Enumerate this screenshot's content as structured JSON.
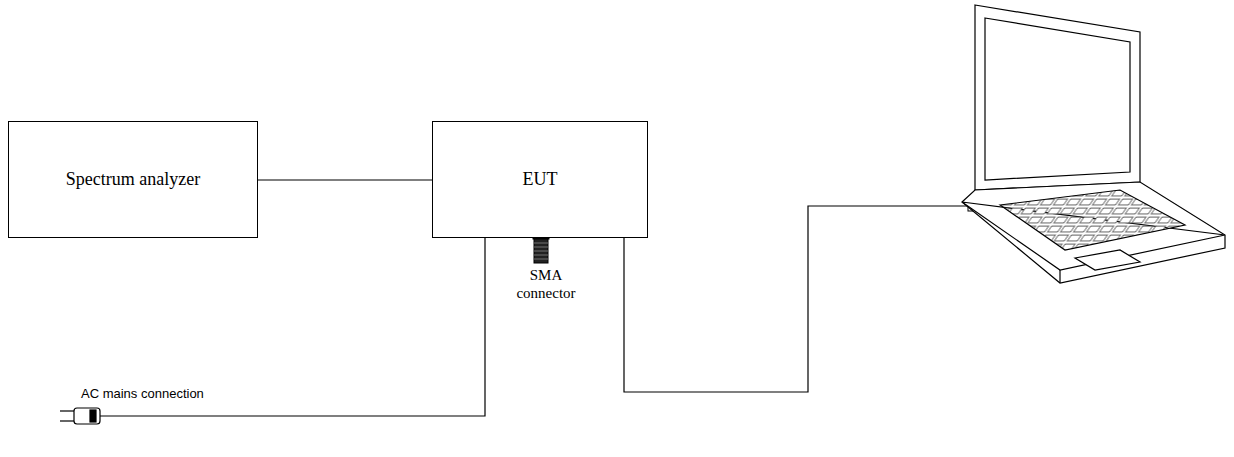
{
  "diagram": {
    "nodes": [
      {
        "text": [
          "Spectrum analyzer"
        ]
      },
      {
        "text": [
          "EUT"
        ]
      }
    ],
    "edges": [
      {
        "from": 0,
        "to": 1,
        "arrow": "none"
      }
    ],
    "labels": [
      "SMA connector",
      "AC mains connection"
    ]
  }
}
